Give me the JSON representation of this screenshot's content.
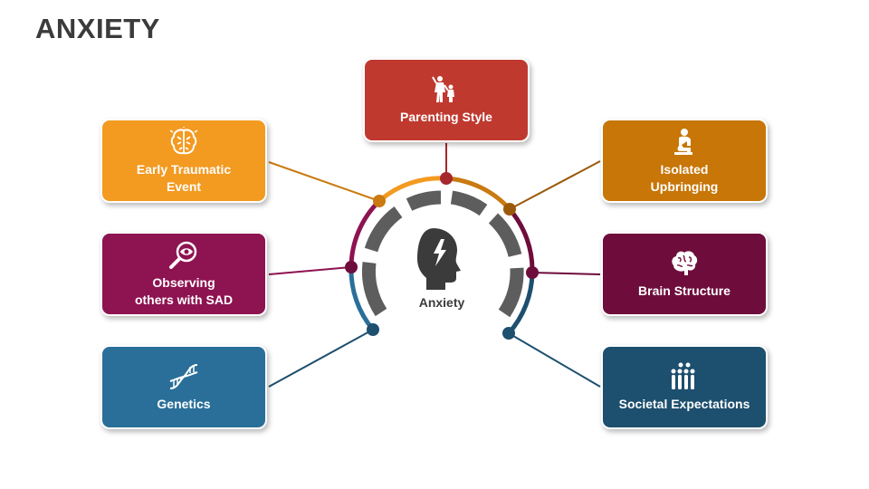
{
  "title": "ANXIETY",
  "center": {
    "label": "Anxiety",
    "icon": "head-lightning-icon"
  },
  "factors": [
    {
      "label": "Parenting Style",
      "icon": "parent-child-icon",
      "color": "#c0392f"
    },
    {
      "label": "Early Traumatic\nEvent",
      "icon": "brain-icon",
      "color": "#f39a21"
    },
    {
      "label": "Isolated\nUpbringing",
      "icon": "sitting-alone-icon",
      "color": "#c77607"
    },
    {
      "label": "Observing\nothers with SAD",
      "icon": "magnifier-eye-icon",
      "color": "#8e1351"
    },
    {
      "label": "Brain Structure",
      "icon": "brain-icon",
      "color": "#6e0d3c"
    },
    {
      "label": "Genetics",
      "icon": "dna-icon",
      "color": "#2a6f99"
    },
    {
      "label": "Societal Expectations",
      "icon": "crowd-icon",
      "color": "#1d4f6e"
    }
  ],
  "colors": {
    "title": "#3b3b3b",
    "inner_ring": "#5d5d5d",
    "connector_dot_top": "#a5282c"
  }
}
